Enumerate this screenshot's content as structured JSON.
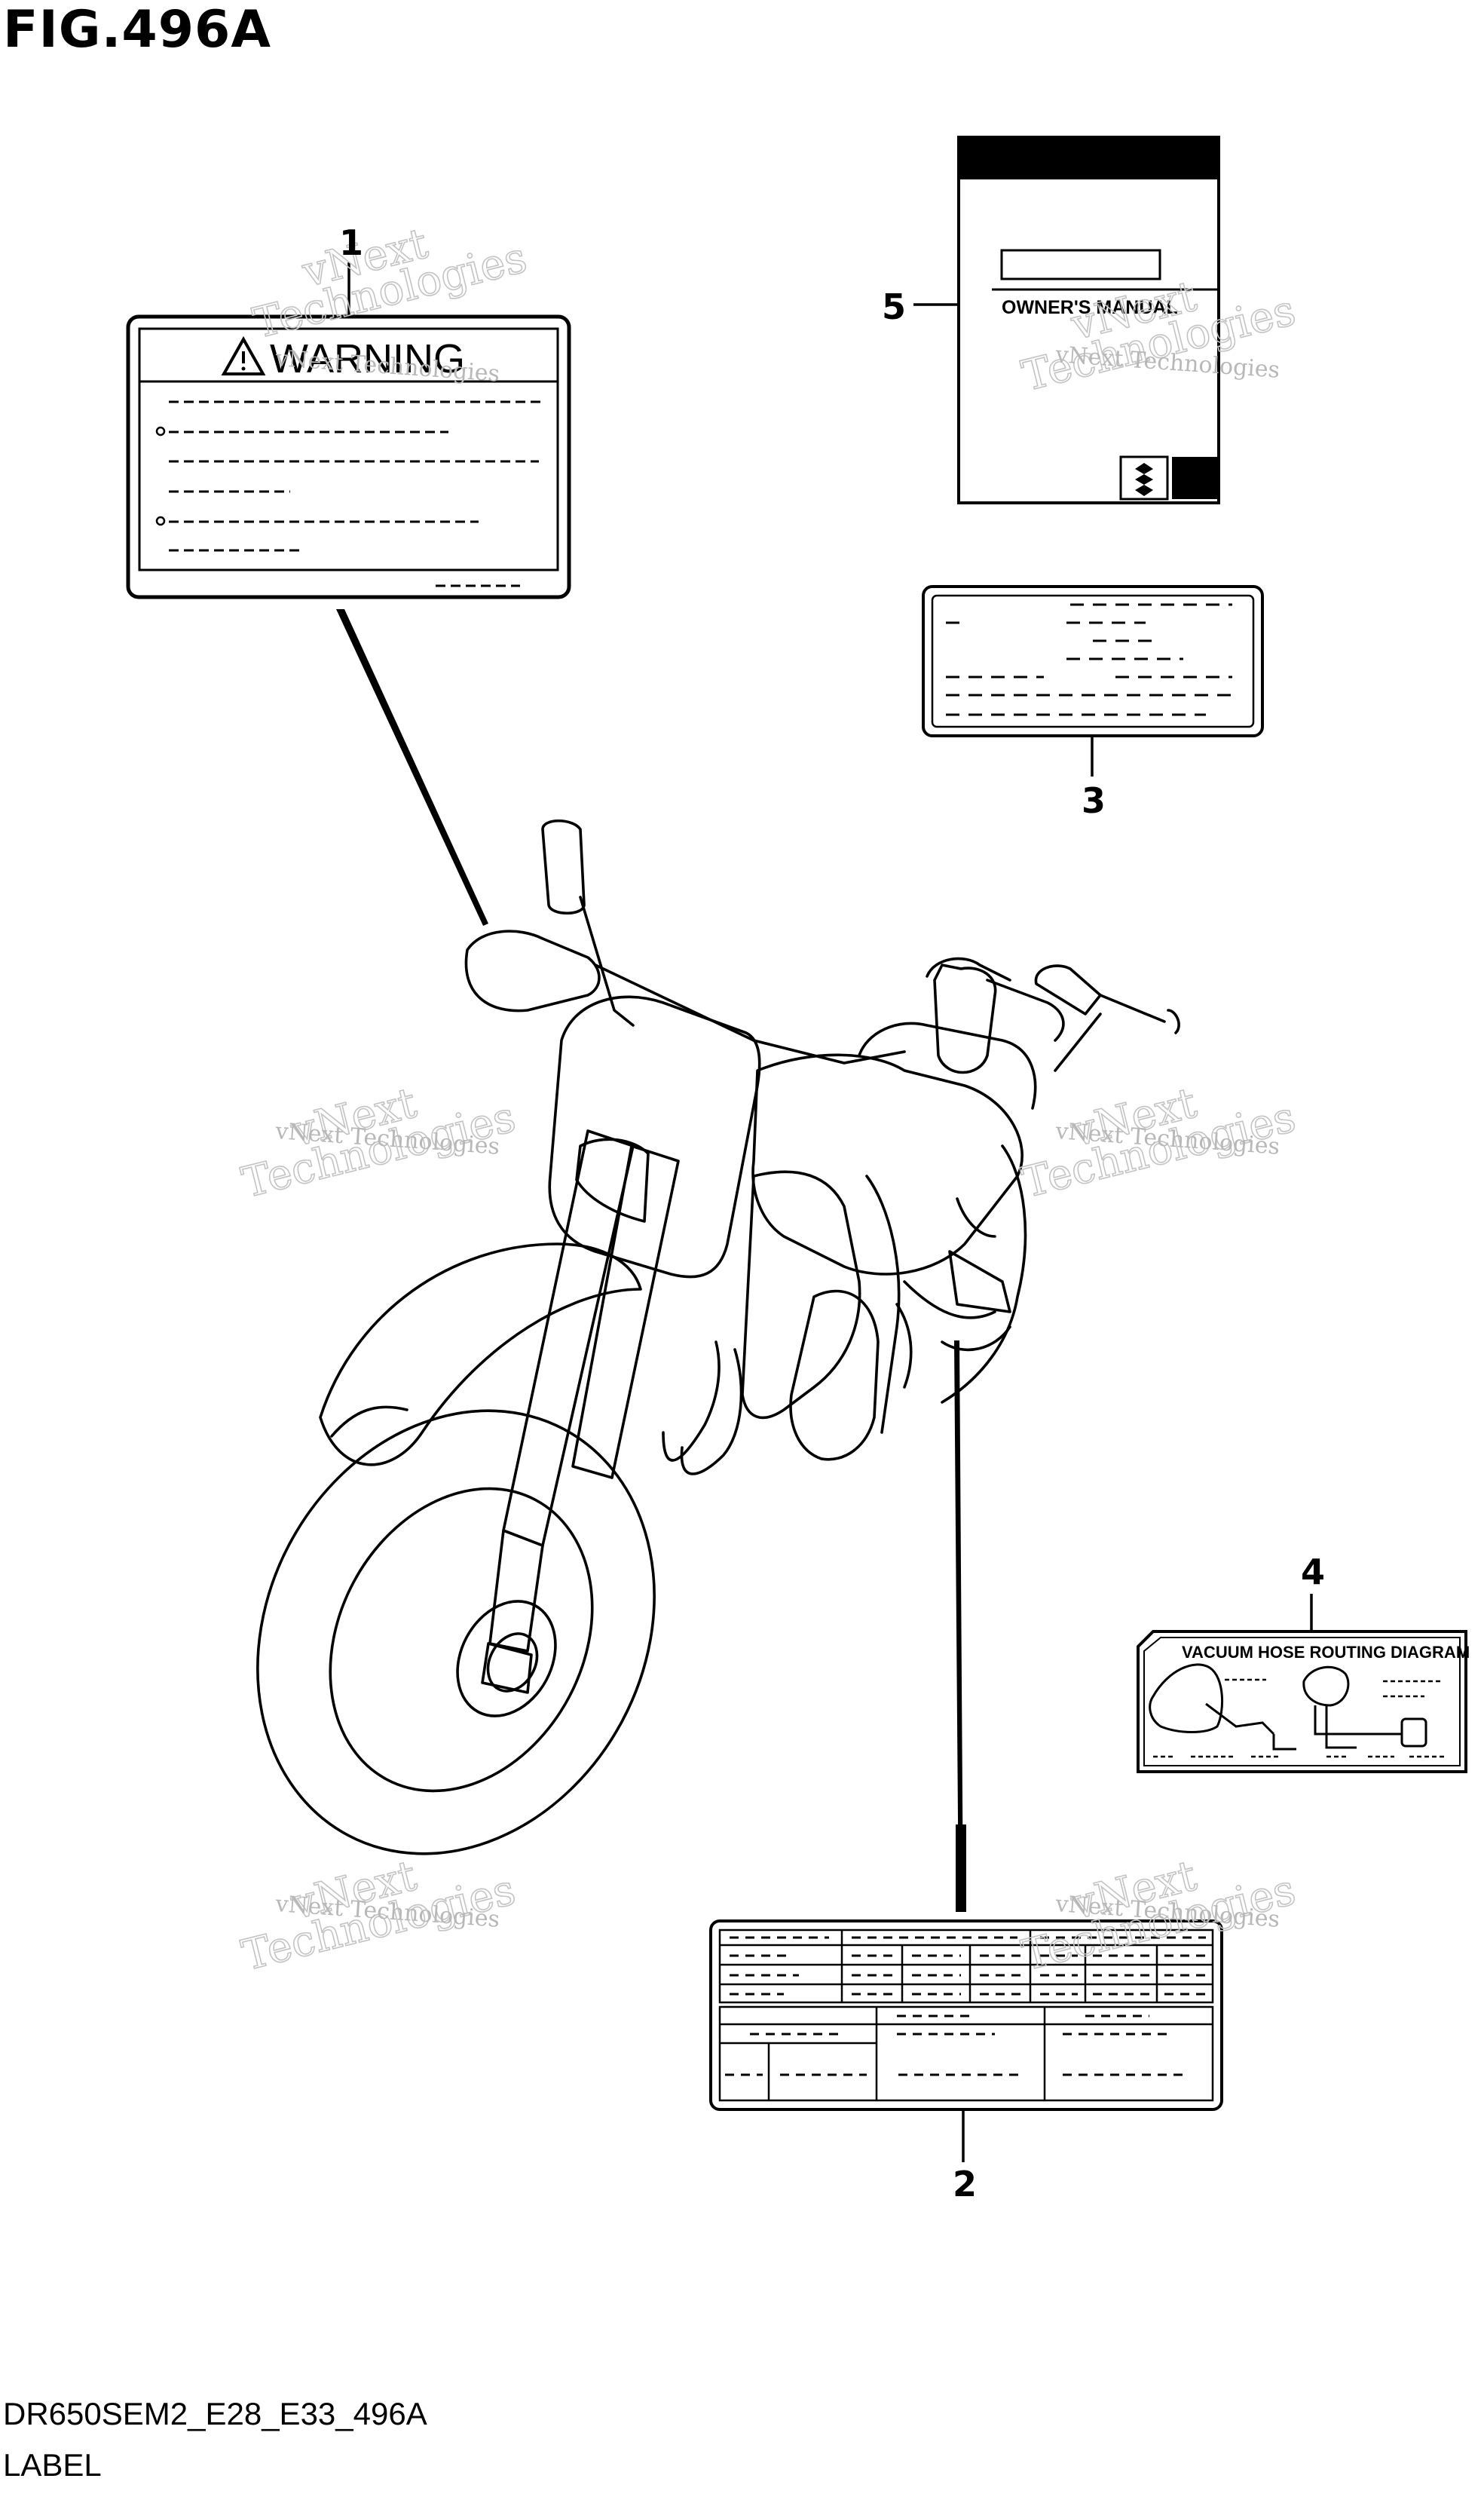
{
  "figure": {
    "title": "FIG.496A",
    "model_code": "DR650SEM2_E28_E33_496A",
    "section": "LABEL"
  },
  "callouts": [
    "1",
    "2",
    "3",
    "4",
    "5"
  ],
  "labels": {
    "warning": {
      "heading": "WARNING",
      "icon": "warning-triangle-icon"
    },
    "manual": {
      "title": "OWNER'S MANUAL",
      "logo": "suzuki-logo-icon"
    },
    "vacuum": {
      "title": "VACUUM HOSE ROUTING DIAGRAM"
    }
  },
  "watermark": {
    "line1": "vNext",
    "line2": "Technologies",
    "line3": "vNext Technologies"
  }
}
